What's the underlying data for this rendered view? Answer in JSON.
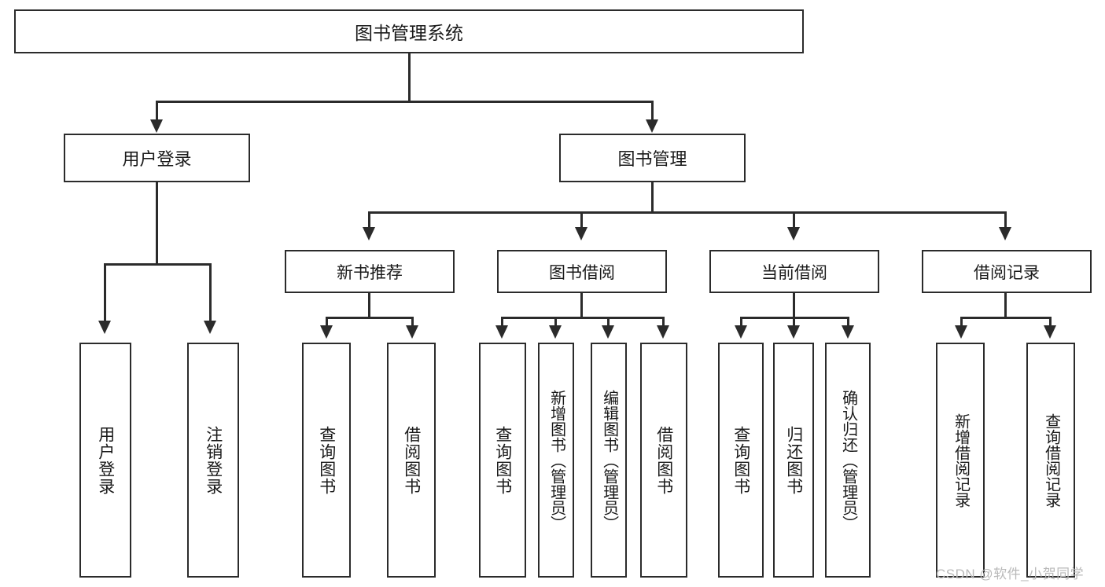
{
  "diagram": {
    "title": "图书管理系统",
    "type": "tree-hierarchy-diagram",
    "colors": {
      "stroke": "#2b2b2b",
      "fill": "#ffffff",
      "text": "#1a1a1a",
      "watermark": "#b9b9b9"
    },
    "root": {
      "label": "图书管理系统"
    },
    "level1": [
      {
        "label": "用户登录"
      },
      {
        "label": "图书管理"
      }
    ],
    "level2": [
      {
        "label": "新书推荐"
      },
      {
        "label": "图书借阅"
      },
      {
        "label": "当前借阅"
      },
      {
        "label": "借阅记录"
      }
    ],
    "leaves": [
      {
        "label": "用户登录",
        "parent": "用户登录"
      },
      {
        "label": "注销登录",
        "parent": "用户登录"
      },
      {
        "label": "查询图书",
        "parent": "新书推荐"
      },
      {
        "label": "借阅图书",
        "parent": "新书推荐"
      },
      {
        "label": "查询图书",
        "parent": "图书借阅"
      },
      {
        "label": "新增图书（管理员）",
        "parent": "图书借阅"
      },
      {
        "label": "编辑图书（管理员）",
        "parent": "图书借阅"
      },
      {
        "label": "借阅图书",
        "parent": "图书借阅"
      },
      {
        "label": "查询图书",
        "parent": "当前借阅"
      },
      {
        "label": "归还图书",
        "parent": "当前借阅"
      },
      {
        "label": "确认归还（管理员）",
        "parent": "当前借阅"
      },
      {
        "label": "新增借阅记录",
        "parent": "借阅记录"
      },
      {
        "label": "查询借阅记录",
        "parent": "借阅记录"
      }
    ]
  },
  "watermark": {
    "text": "CSDN @软件_小贺同学"
  }
}
